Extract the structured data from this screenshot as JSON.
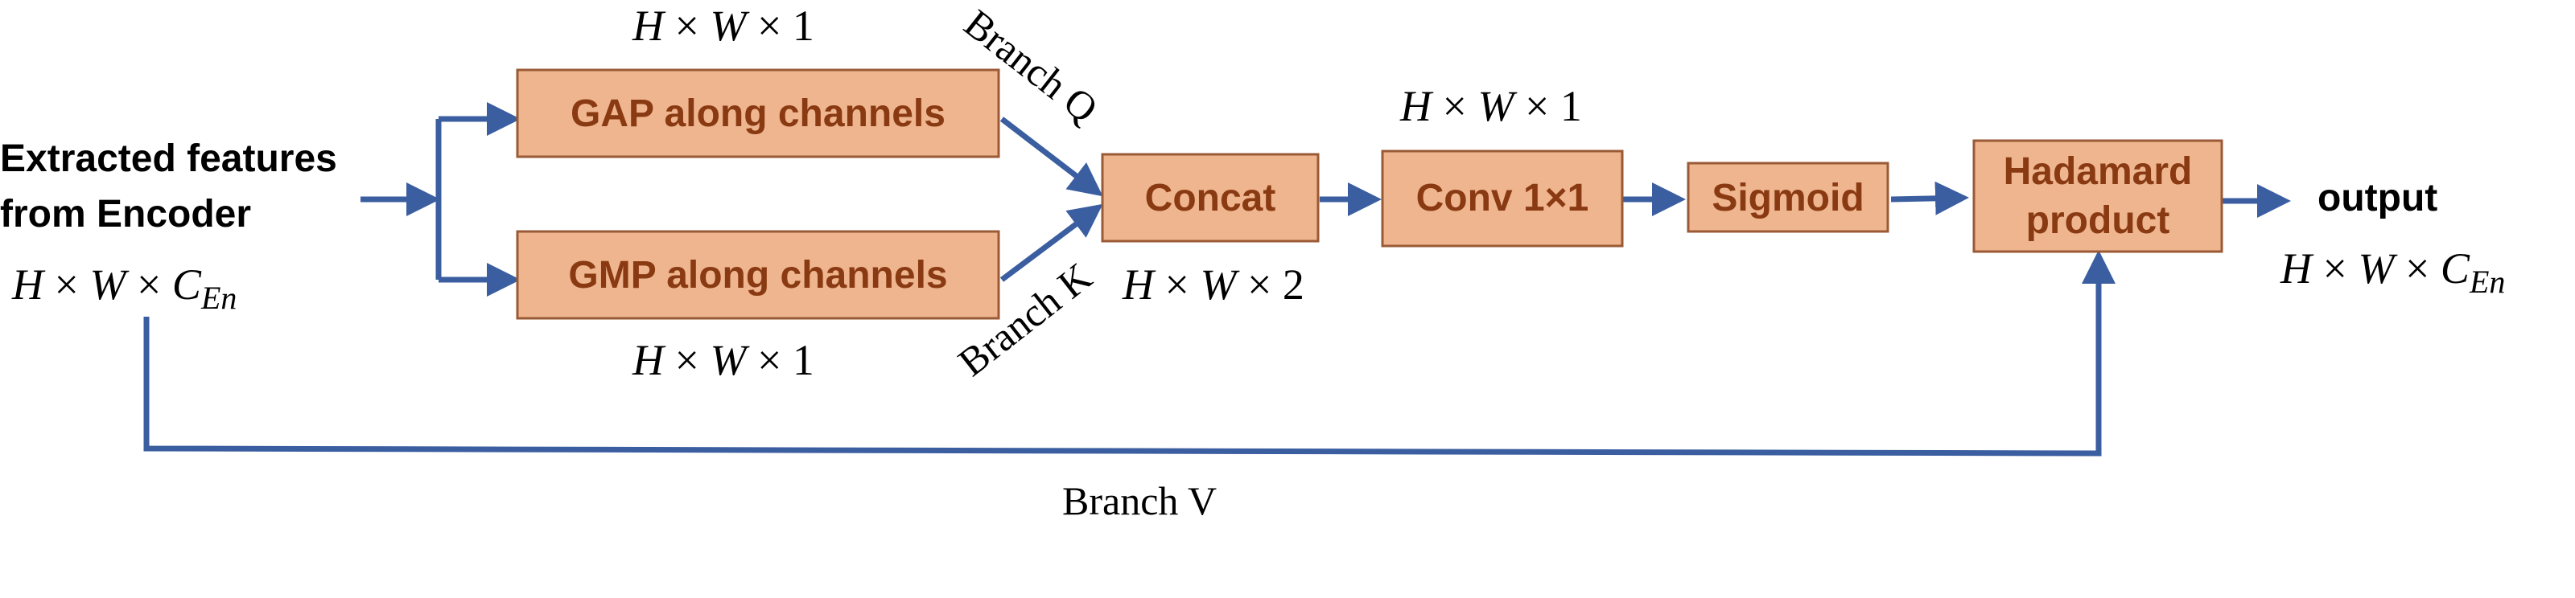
{
  "input": {
    "label_line1": "Extracted features",
    "label_line2": "from Encoder"
  },
  "blocks": {
    "gap": "GAP along channels",
    "gmp": "GMP along channels",
    "concat": "Concat",
    "conv": "Conv 1×1",
    "sigmoid": "Sigmoid",
    "hadamard_line1": "Hadamard",
    "hadamard_line2": "product"
  },
  "output": {
    "label": "output"
  },
  "branches": {
    "q": "Branch Q",
    "k": "Branch K",
    "v": "Branch V"
  },
  "dims": {
    "H": "H",
    "W": "W",
    "times": "×",
    "one": "1",
    "two": "2",
    "C": "C",
    "En": "En"
  },
  "colors": {
    "box_fill": "#eeb58e",
    "box_stroke": "#9a5a35",
    "box_text": "#8a3a12",
    "arrow": "#3b5ea0"
  }
}
